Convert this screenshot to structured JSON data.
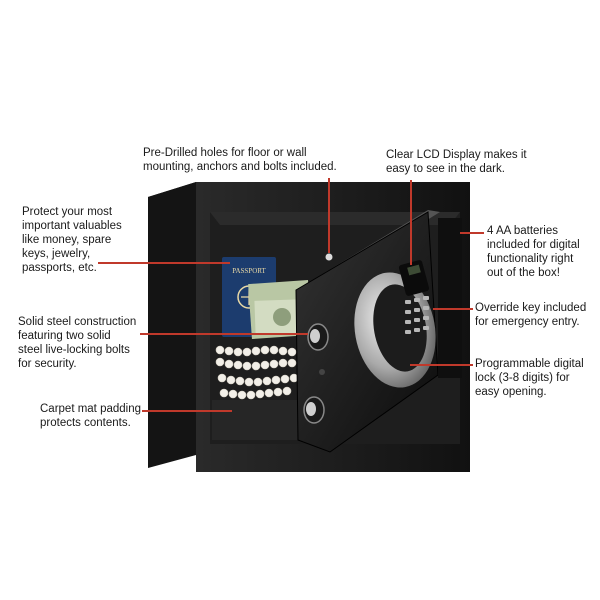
{
  "image": {
    "subject": "Black electronic safe with open door showing contents and labeled features",
    "accent_color": "#c0392b"
  },
  "callouts": {
    "pre_drilled": "Pre-Drilled holes for floor or wall\nmounting, anchors and bolts included.",
    "lcd": "Clear LCD Display makes it\neasy to see in the dark.",
    "protect": "Protect your most\nimportant valuables\nlike money, spare\nkeys, jewelry,\npassports, etc.",
    "batteries": "4 AA batteries\nincluded for digital\nfunctionality right\nout of the box!",
    "override": "Override key included\nfor emergency entry.",
    "steel": "Solid steel construction\nfeaturing two solid\nsteel live-locking bolts\nfor security.",
    "programmable": "Programmable digital\nlock (3-8 digits) for\neasy opening.",
    "carpet": "Carpet mat padding\nprotects contents."
  },
  "passport_text": "PASSPORT"
}
